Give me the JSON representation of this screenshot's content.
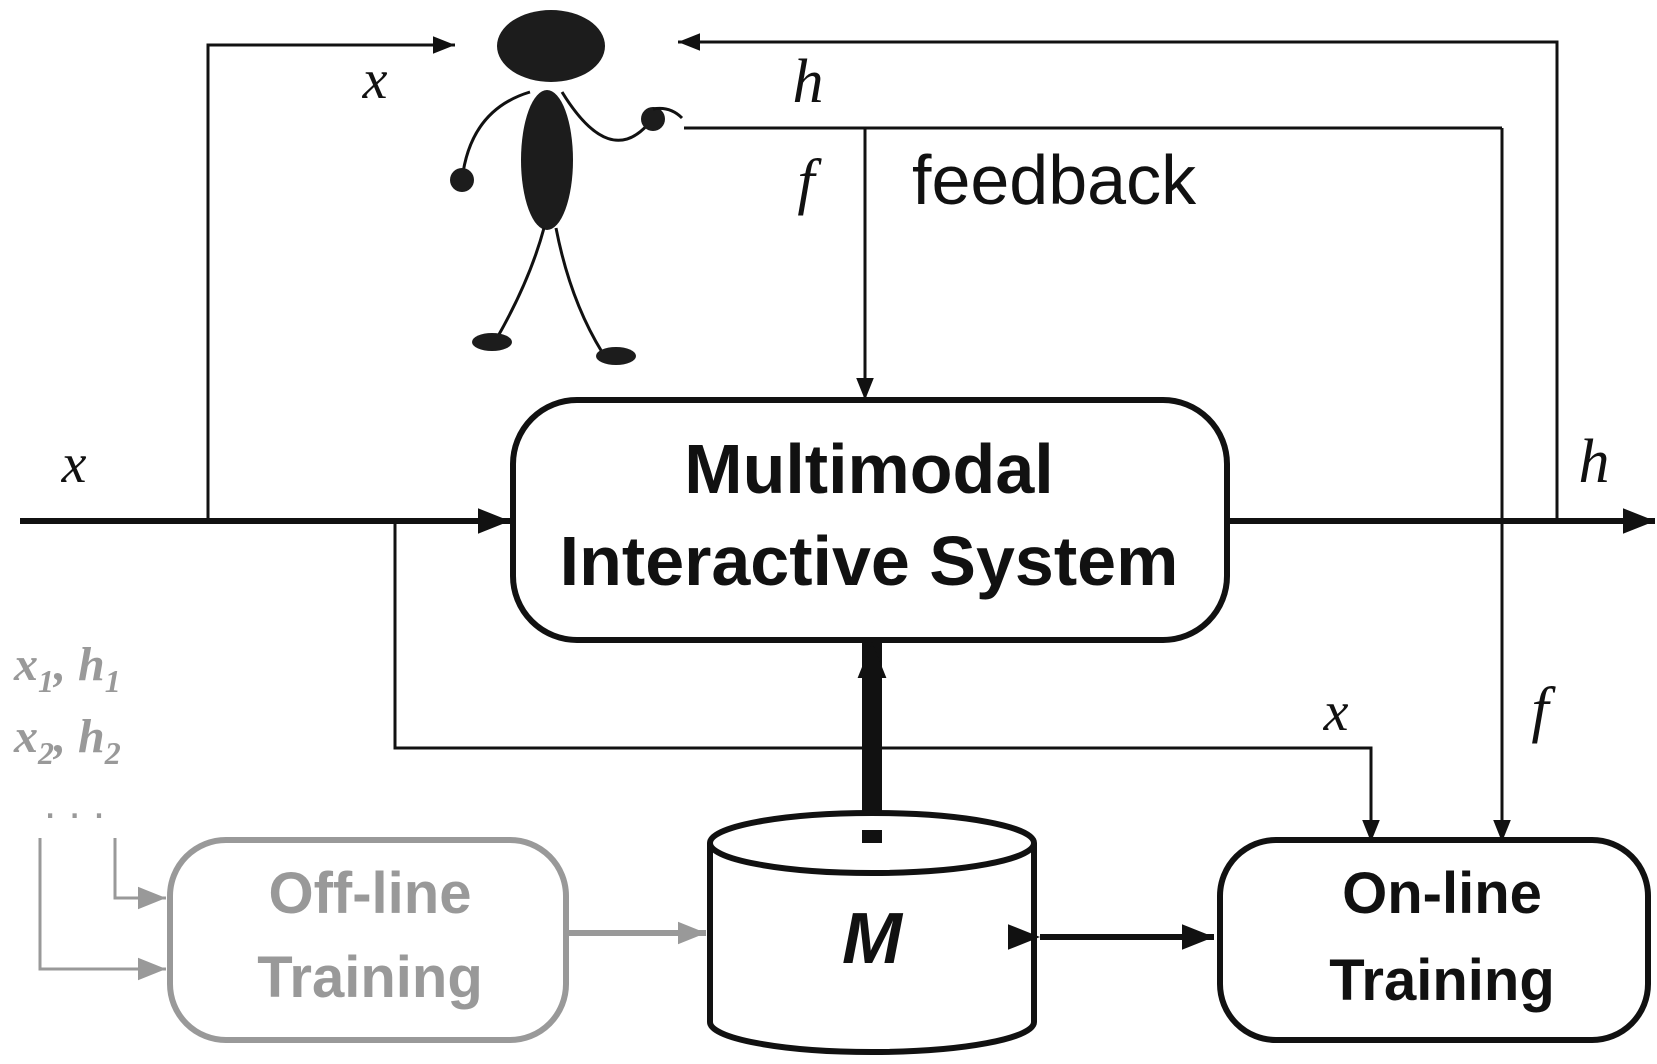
{
  "colors": {
    "main": "#111111",
    "offline": "#999999",
    "background": "#ffffff"
  },
  "icons": {
    "user": "stick-figure-user-icon"
  },
  "system_box": {
    "line1": "Multimodal",
    "line2": "Interactive System"
  },
  "model_store": {
    "label": "M"
  },
  "offline_training": {
    "line1": "Off-line",
    "line2": "Training"
  },
  "online_training": {
    "line1": "On-line",
    "line2": "Training"
  },
  "labels": {
    "x_user": "x",
    "h_user": "h",
    "f_user": "f",
    "feedback": "feedback",
    "x_input": "x",
    "h_output": "h",
    "x_online": "x",
    "f_online": "f"
  },
  "training_samples": {
    "pair1_x": "x",
    "pair1_x_sub": "1",
    "pair1_h": "h",
    "pair1_h_sub": "1",
    "pair2_x": "x",
    "pair2_x_sub": "2",
    "pair2_h": "h",
    "pair2_h_sub": "2",
    "ellipsis": ". . ."
  }
}
